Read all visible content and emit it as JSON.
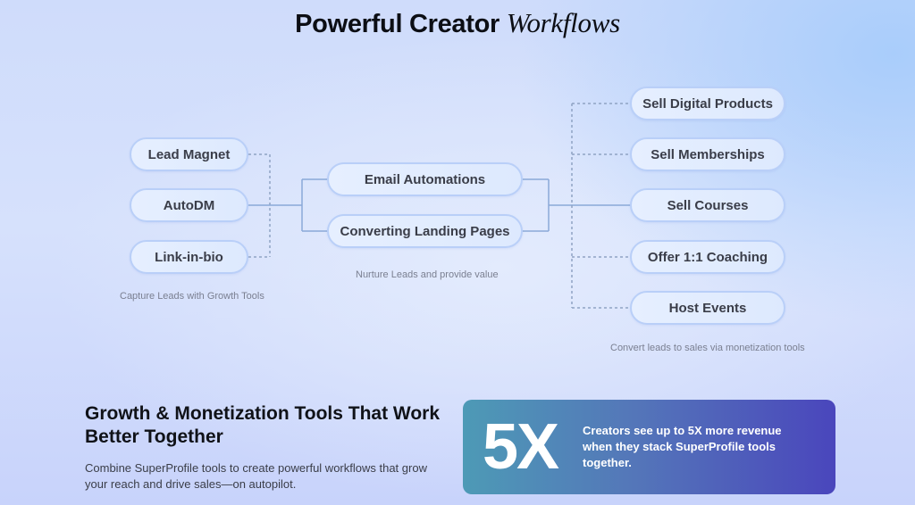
{
  "title": {
    "bold": "Powerful Creator",
    "italic": "Workflows"
  },
  "diagram": {
    "growth_tools": {
      "items": [
        "Lead Magnet",
        "AutoDM",
        "Link-in-bio"
      ],
      "caption": "Capture Leads with Growth Tools"
    },
    "nurture_tools": {
      "items": [
        "Email Automations",
        "Converting Landing Pages"
      ],
      "caption": "Nurture Leads and provide value"
    },
    "monetization_tools": {
      "items": [
        "Sell Digital Products",
        "Sell Memberships",
        "Sell Courses",
        "Offer 1:1 Coaching",
        "Host Events"
      ],
      "caption": "Convert leads to sales via monetization tools"
    },
    "colors": {
      "solid_line": "#8aa9d8",
      "dashed_line": "#8fa3c4",
      "pill_border": "#b9cff8"
    }
  },
  "bottom": {
    "heading": "Growth & Monetization Tools That Work Better Together",
    "description": "Combine SuperProfile tools to create powerful workflows that grow your reach and drive sales—on autopilot."
  },
  "stat_card": {
    "value": "5X",
    "text": "Creators see up to 5X more revenue when they stack SuperProfile tools together."
  }
}
